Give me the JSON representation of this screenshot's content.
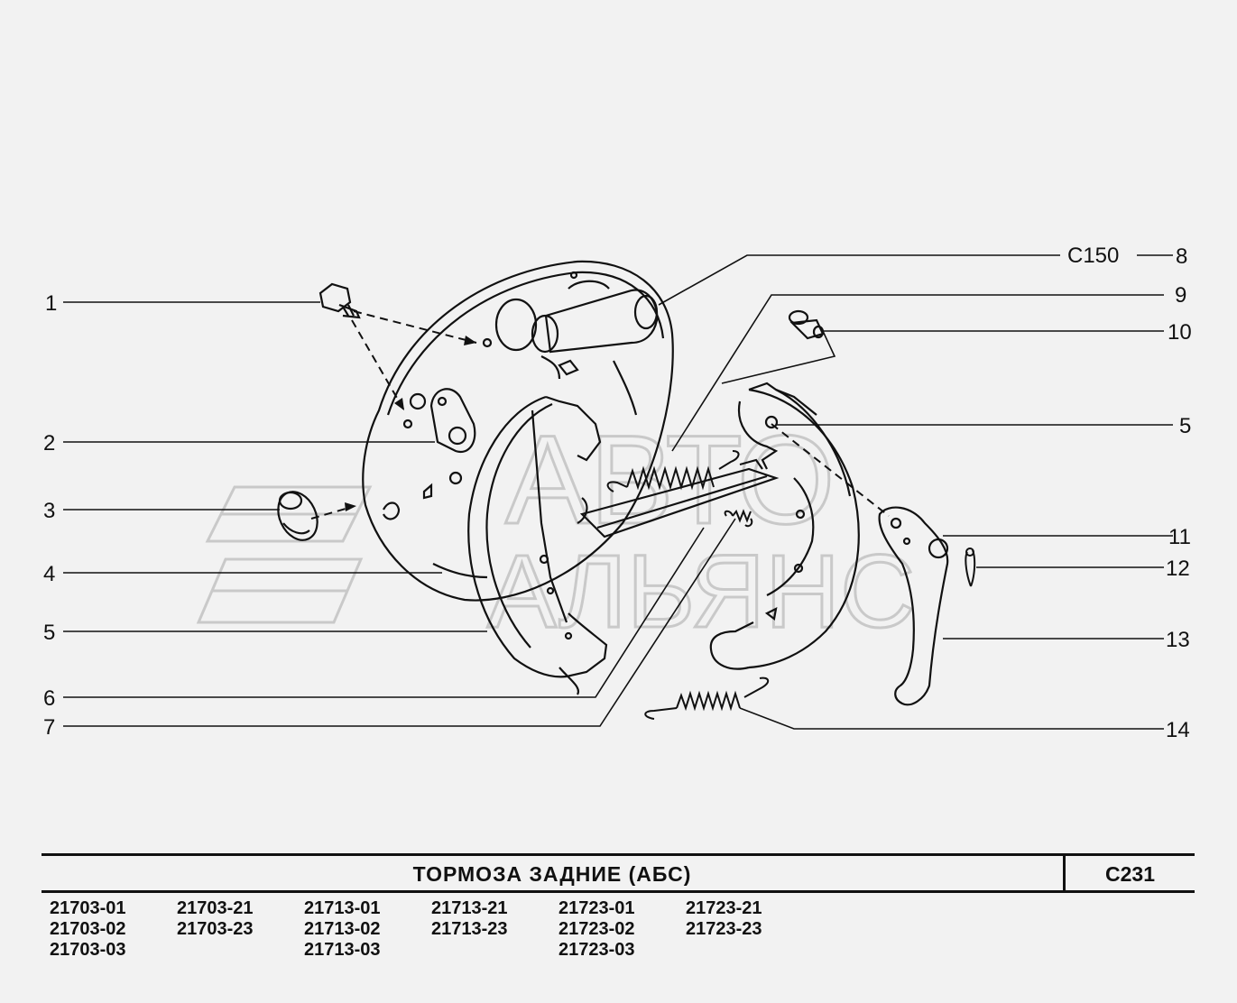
{
  "callouts": {
    "c1": "1",
    "c2": "2",
    "c3": "3",
    "c4": "4",
    "c5_left": "5",
    "c6": "6",
    "c7": "7",
    "c8": "8",
    "c8_code": "C150",
    "c9": "9",
    "c10": "10",
    "c5_right": "5",
    "c11": "11",
    "c12": "12",
    "c13": "13",
    "c14": "14"
  },
  "watermark": {
    "line1": "АВТО",
    "line2": "АЛЬЯНС"
  },
  "title_block": {
    "title": "ТОРМОЗА  ЗАДНИЕ  (АБС)",
    "code": "С231"
  },
  "models": [
    [
      "21703-01",
      "21703-02",
      "21703-03"
    ],
    [
      "21703-21",
      "21703-23"
    ],
    [
      "21713-01",
      "21713-02",
      "21713-03"
    ],
    [
      "21713-21",
      "21713-23"
    ],
    [
      "21723-01",
      "21723-02",
      "21723-03"
    ],
    [
      "21723-21",
      "21723-23"
    ]
  ],
  "colors": {
    "ink": "#111111",
    "background": "#f2f2f2",
    "watermark": "#c9c9c9"
  }
}
